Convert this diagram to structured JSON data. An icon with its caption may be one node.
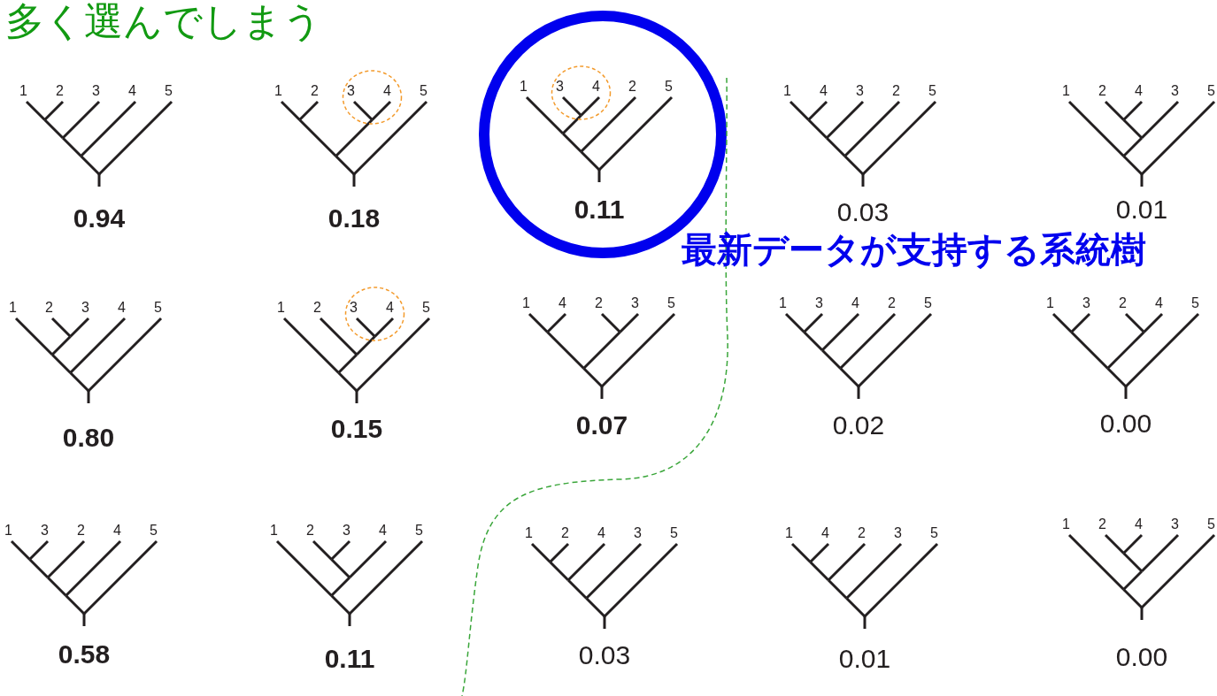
{
  "diagram": {
    "title": "多く選んでしまう",
    "labels": [
      "1",
      "2",
      "3",
      "4",
      "5",
      "0.94",
      "1",
      "2",
      "3",
      "4",
      "5",
      "0.18",
      "1",
      "3",
      "4",
      "2",
      "5",
      "0.11",
      "1",
      "4",
      "3",
      "2",
      "5",
      "0.03",
      "1",
      "2",
      "4",
      "3",
      "5",
      "0.01",
      "最新データが支持する系統樹",
      "1",
      "2",
      "3",
      "4",
      "5",
      "0.80",
      "1",
      "2",
      "3",
      "4",
      "5",
      "0.15",
      "1",
      "4",
      "2",
      "3",
      "5",
      "0.07",
      "1",
      "3",
      "4",
      "2",
      "5",
      "0.02",
      "1",
      "3",
      "2",
      "4",
      "5",
      "0.00",
      "1",
      "3",
      "2",
      "4",
      "5",
      "0.58",
      "1",
      "2",
      "3",
      "4",
      "5",
      "0.11",
      "1",
      "2",
      "4",
      "3",
      "5",
      "0.03",
      "1",
      "4",
      "2",
      "3",
      "5",
      "0.01",
      "1",
      "2",
      "4",
      "3",
      "5",
      "0.00"
    ]
  }
}
